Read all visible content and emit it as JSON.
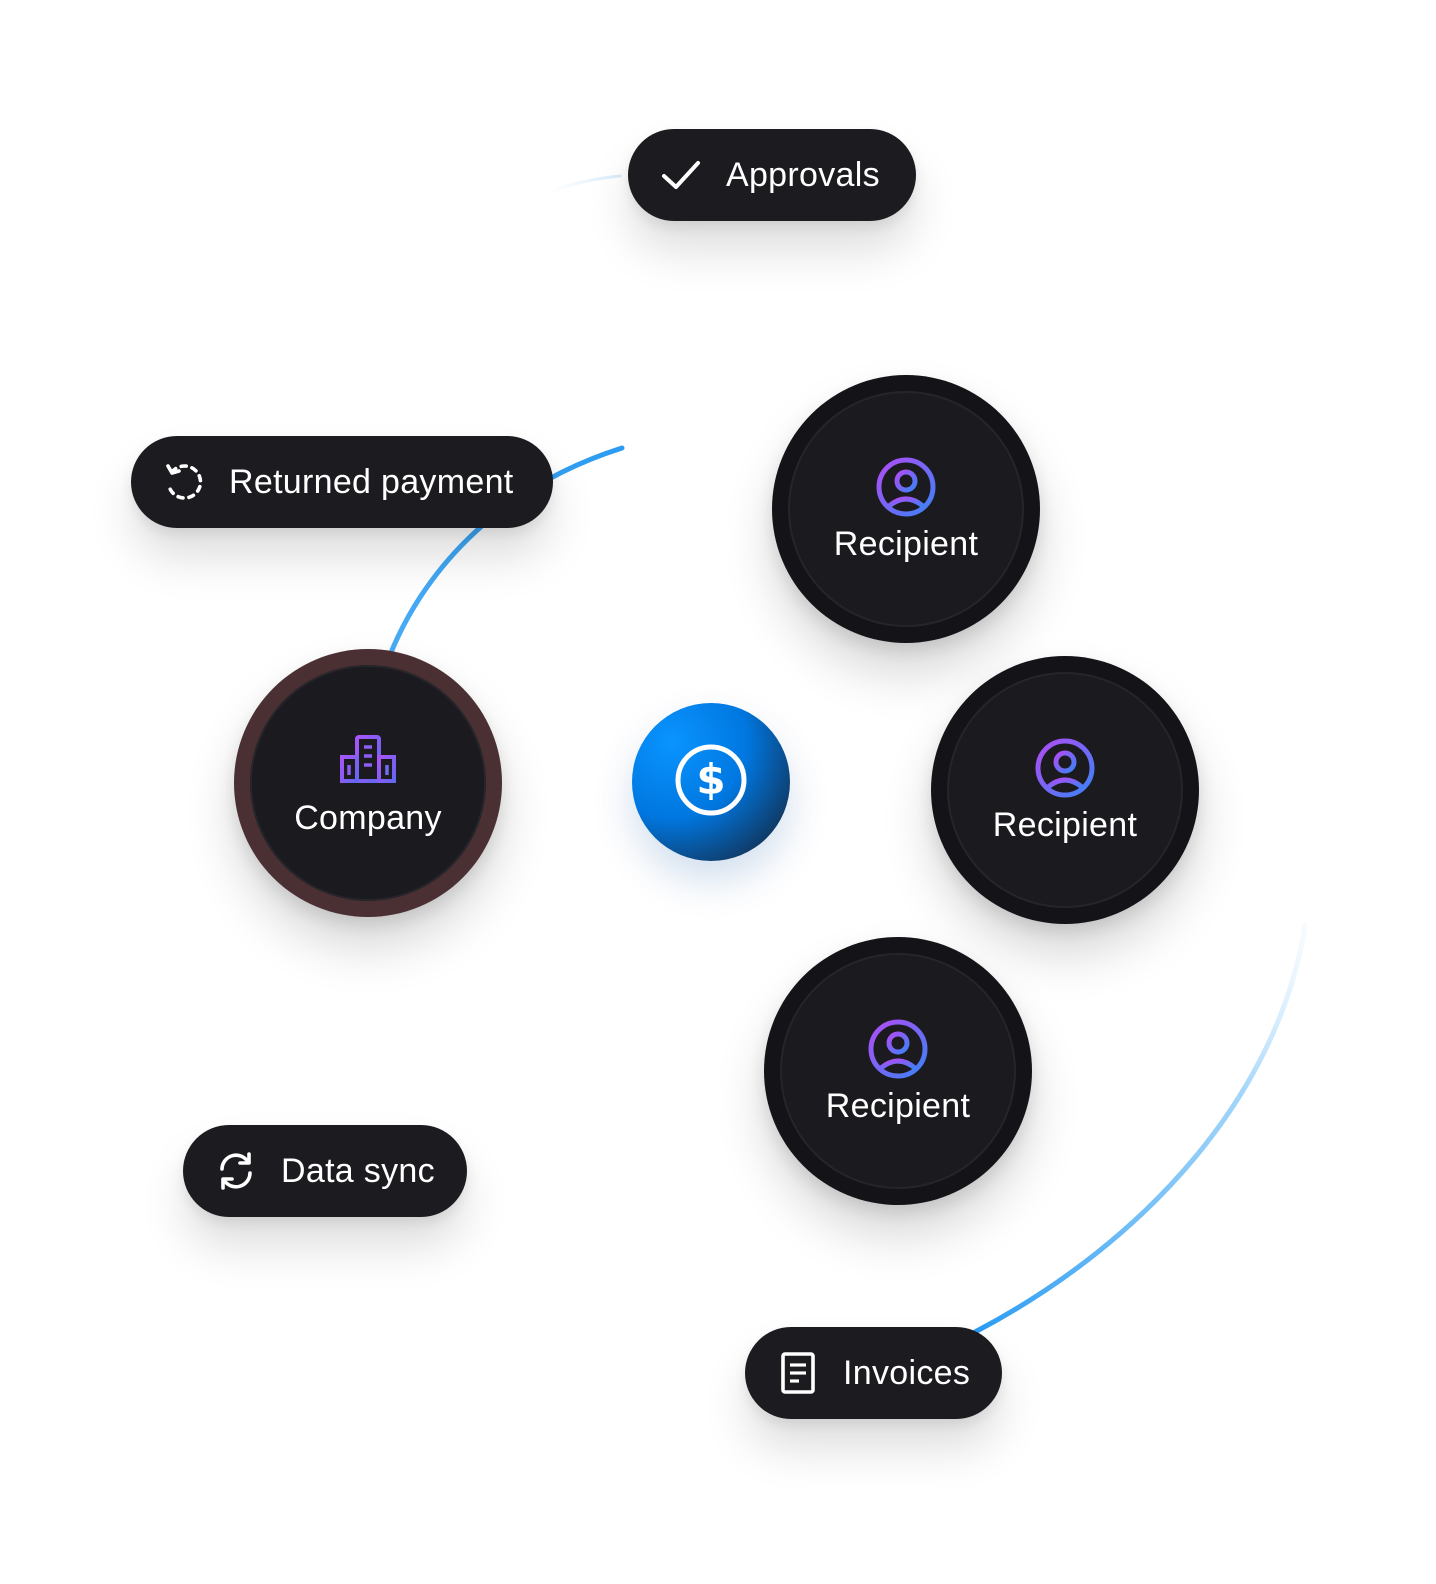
{
  "colors": {
    "node_bg": "#1a1a1f",
    "arc_blue": "#2b9cf2",
    "icon_gradient_start": "#a855f7",
    "icon_gradient_end": "#3b82f6",
    "hub_blue": "#0a94ff"
  },
  "pills": {
    "approvals": {
      "label": "Approvals",
      "icon": "checkmark-icon"
    },
    "returned_payment": {
      "label": "Returned payment",
      "icon": "dashed-refresh-icon"
    },
    "data_sync": {
      "label": "Data sync",
      "icon": "sync-icon"
    },
    "invoices": {
      "label": "Invoices",
      "icon": "document-icon"
    }
  },
  "nodes": {
    "company": {
      "label": "Company",
      "icon": "building-icon"
    },
    "recipient_1": {
      "label": "Recipient",
      "icon": "user-circle-icon"
    },
    "recipient_2": {
      "label": "Recipient",
      "icon": "user-circle-icon"
    },
    "recipient_3": {
      "label": "Recipient",
      "icon": "user-circle-icon"
    }
  },
  "hub": {
    "icon": "dollar-icon"
  }
}
